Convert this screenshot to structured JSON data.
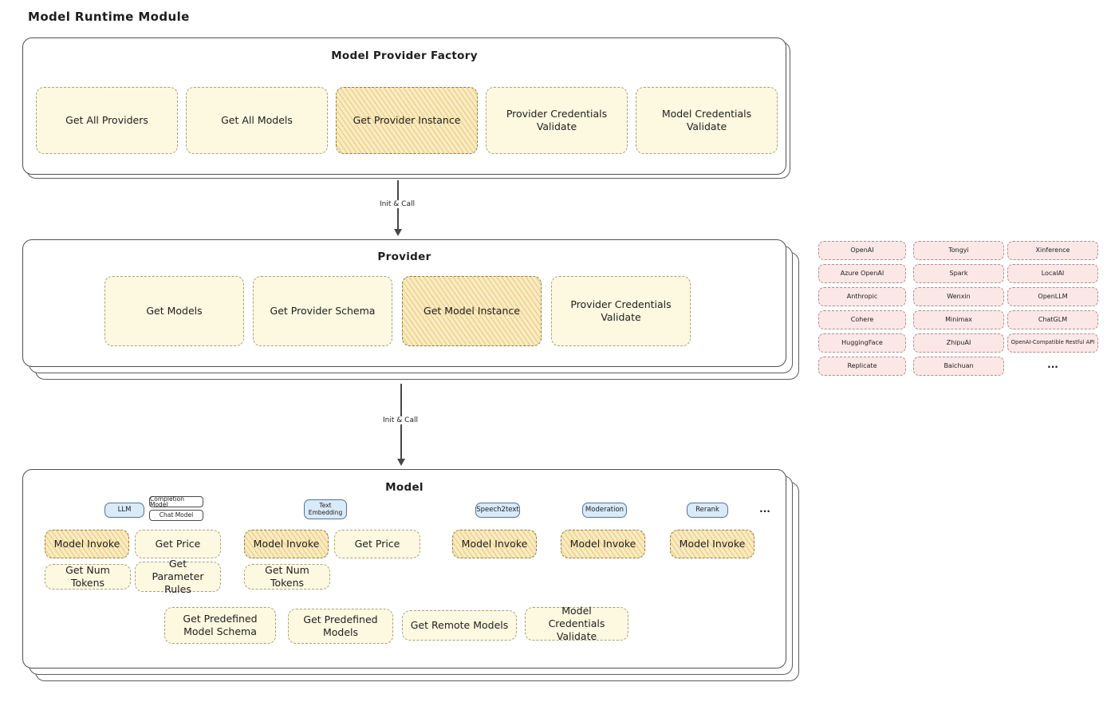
{
  "page_title": "Model Runtime Module",
  "colors": {
    "yellow_fill": "#fdf8e0",
    "highlight_fill": "#f9ecc2",
    "pink_fill": "#fbe8e6",
    "blue_fill": "#d9eaf8",
    "border_dark": "#4f4f4f"
  },
  "factory": {
    "title": "Model Provider Factory",
    "methods": [
      {
        "label": "Get All Providers"
      },
      {
        "label": "Get All Models"
      },
      {
        "label": "Get Provider Instance"
      },
      {
        "label": "Provider Credentials Validate"
      },
      {
        "label": "Model Credentials Validate"
      }
    ]
  },
  "arrows": {
    "factory_to_provider": "Init & Call",
    "provider_to_model": "Init & Call"
  },
  "provider": {
    "title": "Provider",
    "methods": [
      {
        "label": "Get Models"
      },
      {
        "label": "Get Provider Schema"
      },
      {
        "label": "Get Model Instance"
      },
      {
        "label": "Provider Credentials Validate"
      }
    ]
  },
  "providers_grid": {
    "columns": [
      [
        "OpenAI",
        "Azure OpenAI",
        "Anthropic",
        "Cohere",
        "HuggingFace",
        "Replicate"
      ],
      [
        "Tongyi",
        "Spark",
        "Wenxin",
        "Minimax",
        "ZhipuAI",
        "Baichuan"
      ],
      [
        "Xinference",
        "LocalAI",
        "OpenLLM",
        "ChatGLM",
        "OpenAI-Compatible Restful API"
      ]
    ],
    "more": "..."
  },
  "model": {
    "title": "Model",
    "tabs": {
      "llm": "LLM",
      "completion_model": "Completion Model",
      "chat_model": "Chat Model",
      "text_embedding": "Text Embedding",
      "speech2text": "Speech2text",
      "moderation": "Moderation",
      "rerank": "Rerank",
      "more": "..."
    },
    "methods": {
      "model_invoke": "Model Invoke",
      "get_price": "Get Price",
      "get_num_tokens": "Get Num Tokens",
      "get_parameter_rules": "Get Parameter Rules",
      "get_predefined_model_schema": "Get Predefined Model Schema",
      "get_predefined_models": "Get Predefined Models",
      "get_remote_models": "Get Remote Models",
      "model_credentials_validate": "Model Credentials Validate"
    }
  }
}
